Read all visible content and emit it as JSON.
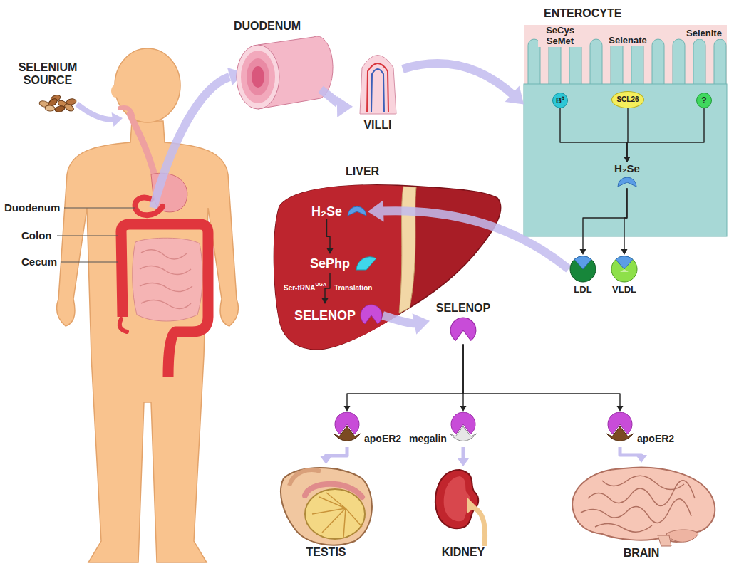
{
  "diagram": {
    "nodes": [
      {
        "text": [
          "SELENIUM SOURCE"
        ]
      },
      {
        "text": [
          "DUODENUM"
        ]
      },
      {
        "text": [
          "VILLI"
        ]
      },
      {
        "text": [
          "ENTEROCYTE"
        ]
      },
      {
        "text": [
          "SeCys SeMet",
          "B⁰"
        ],
        "in": 3
      },
      {
        "text": [
          "Selenate",
          "SCL26"
        ],
        "in": 3
      },
      {
        "text": [
          "Selenite",
          "?"
        ],
        "in": 3
      },
      {
        "text": [
          "H₂Se"
        ],
        "in": 3
      },
      {
        "text": [
          "LIVER"
        ]
      },
      {
        "text": [
          "H₂Se"
        ],
        "in": 8
      },
      {
        "text": [
          "SePhp"
        ],
        "in": 8
      },
      {
        "text": [
          "SELENOP"
        ],
        "in": 8
      },
      {
        "text": [
          "LDL"
        ]
      },
      {
        "text": [
          "VLDL"
        ]
      },
      {
        "text": [
          "SELENOP"
        ]
      },
      {
        "text": [
          "apoER2"
        ]
      },
      {
        "text": [
          "megalin"
        ]
      },
      {
        "text": [
          "apoER2"
        ]
      },
      {
        "text": [
          "TESTIS"
        ]
      },
      {
        "text": [
          "KIDNEY"
        ]
      },
      {
        "text": [
          "BRAIN"
        ]
      }
    ],
    "edges": [
      {
        "from": 1,
        "to": 2,
        "arrow": "to"
      },
      {
        "from": 2,
        "to": 3,
        "arrow": "to"
      },
      {
        "from": 4,
        "to": 7,
        "arrow": "to"
      },
      {
        "from": 5,
        "to": 7,
        "arrow": "to"
      },
      {
        "from": 6,
        "to": 7,
        "arrow": "to"
      },
      {
        "from": 7,
        "to": 12,
        "arrow": "to"
      },
      {
        "from": 7,
        "to": 13,
        "arrow": "to"
      },
      {
        "from": 12,
        "to": 9,
        "arrow": "to"
      },
      {
        "from": 9,
        "to": 10,
        "arrow": "to"
      },
      {
        "from": 10,
        "to": 11,
        "arrow": "to"
      },
      {
        "from": 11,
        "to": 14,
        "arrow": "to"
      },
      {
        "from": 14,
        "to": 15,
        "arrow": "to"
      },
      {
        "from": 14,
        "to": 16,
        "arrow": "to"
      },
      {
        "from": 14,
        "to": 17,
        "arrow": "to"
      },
      {
        "from": 15,
        "to": 18,
        "arrow": "to"
      },
      {
        "from": 16,
        "to": 19,
        "arrow": "to"
      },
      {
        "from": 17,
        "to": 20,
        "arrow": "to"
      }
    ],
    "labels": [
      "Duodenum",
      "Colon",
      "Cecum",
      "Ser-tRNA",
      "UGA",
      "Translation"
    ]
  }
}
